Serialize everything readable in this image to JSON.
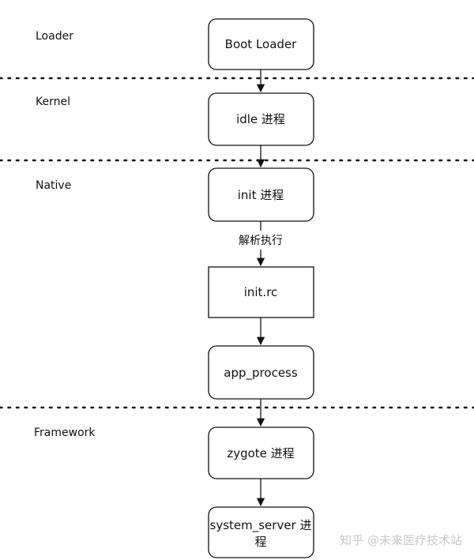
{
  "diagram": {
    "layers": [
      {
        "id": "loader",
        "label": "Loader"
      },
      {
        "id": "kernel",
        "label": "Kernel"
      },
      {
        "id": "native",
        "label": "Native"
      },
      {
        "id": "framework",
        "label": "Framework"
      }
    ],
    "nodes": [
      {
        "id": "boot-loader",
        "label": "Boot Loader",
        "shape": "rounded"
      },
      {
        "id": "idle",
        "label": "idle 进程",
        "shape": "rounded"
      },
      {
        "id": "init",
        "label": "init 进程",
        "shape": "rounded"
      },
      {
        "id": "init-rc",
        "label": "init.rc",
        "shape": "rect"
      },
      {
        "id": "app-process",
        "label": "app_process",
        "shape": "rounded"
      },
      {
        "id": "zygote",
        "label": "zygote 进程",
        "shape": "rounded"
      },
      {
        "id": "system-server",
        "label": [
          "system_server 进",
          "程"
        ],
        "shape": "rounded"
      }
    ],
    "edges": [
      {
        "from": "boot-loader",
        "to": "idle"
      },
      {
        "from": "idle",
        "to": "init"
      },
      {
        "from": "init",
        "to": "init-rc",
        "label": "解析执行"
      },
      {
        "from": "init-rc",
        "to": "app-process"
      },
      {
        "from": "app-process",
        "to": "zygote"
      },
      {
        "from": "zygote",
        "to": "system-server"
      }
    ],
    "watermark": "知乎 @未来医疗技术站"
  }
}
